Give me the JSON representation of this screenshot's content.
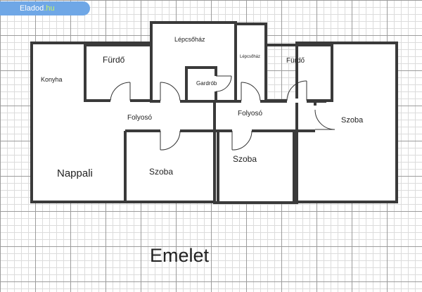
{
  "watermark": {
    "brand": "Eladod",
    "tld": ".hu"
  },
  "rooms": {
    "furdo_left": "Fürdő",
    "lepcsohaz_main": "Lépcsőház",
    "lepcsohaz_small": "Lépcsőház",
    "furdo_right": "Fürdő",
    "konyha": "Konyha",
    "gardrob": "Gardrób",
    "folyoso_left": "Folyosó",
    "folyoso_right": "Folyosó",
    "szoba_right": "Szoba",
    "nappali": "Nappali",
    "szoba_middle": "Szoba",
    "szoba_center": "Szoba"
  },
  "floor_label": "Emelet",
  "colors": {
    "wall": "#3a3a3a",
    "badge": "#6fa7e6",
    "badge_tld": "#c6f46a"
  }
}
